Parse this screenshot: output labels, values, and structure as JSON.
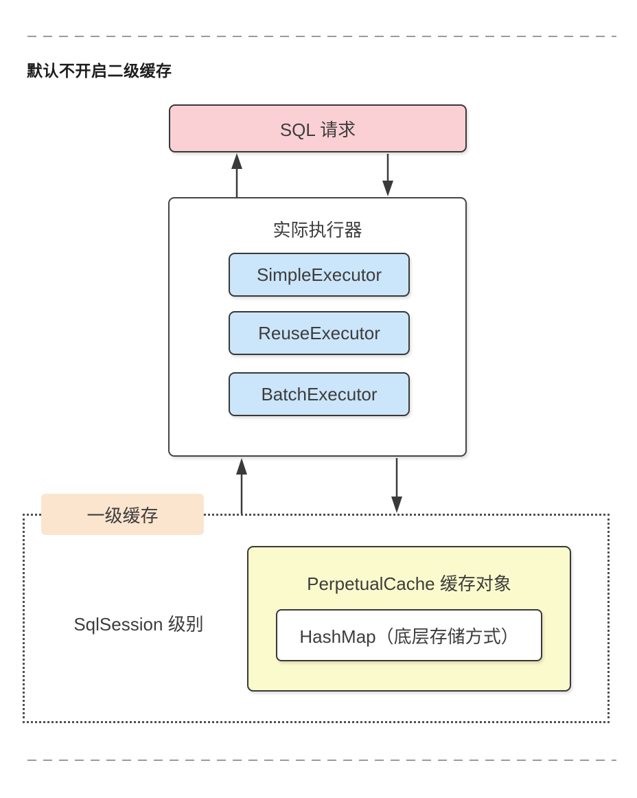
{
  "heading": "默认不开启二级缓存",
  "nodes": {
    "sql_request": "SQL 请求",
    "executor_title": "实际执行器",
    "executors": [
      "SimpleExecutor",
      "ReuseExecutor",
      "BatchExecutor"
    ],
    "cache_badge": "一级缓存",
    "session_scope": "SqlSession 级别",
    "cache_object": "PerpetualCache 缓存对象",
    "storage": "HashMap（底层存储方式）"
  },
  "colors": {
    "sql_request_fill": "#fbd0d4",
    "executor_item_fill": "#cbe5fa",
    "cache_badge_fill": "#fce5cf",
    "cache_object_fill": "#fbfacc",
    "storage_fill": "#ffffff",
    "node_border": "#383838",
    "arrow": "#3a3a3a",
    "dashed_rule": "#9a9a9a",
    "dotted_border": "#4f4f4f"
  }
}
